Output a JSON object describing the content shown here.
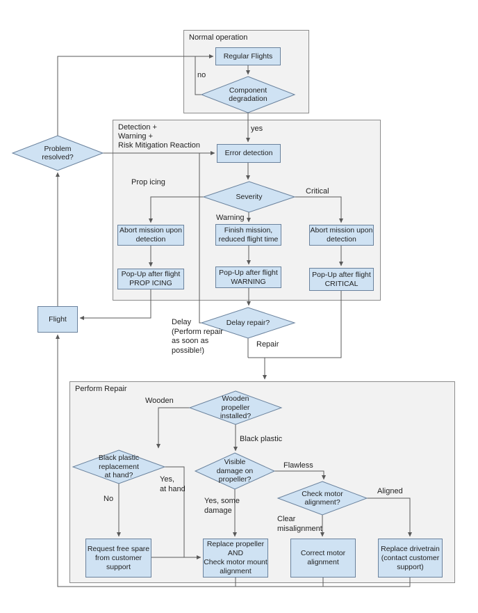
{
  "containers": {
    "normal_operation": "Normal operation",
    "detection": "Detection +\nWarning +\nRisk Mitigation Reaction",
    "perform_repair": "Perform Repair"
  },
  "nodes": {
    "regular_flights": "Regular Flights",
    "component_degradation": "Component\ndegradation",
    "error_detection": "Error detection",
    "problem_resolved": "Problem\nresolved?",
    "severity": "Severity",
    "abort_left": "Abort mission upon\ndetection",
    "finish_mission": "Finish mission,\nreduced flight time",
    "abort_right": "Abort mission upon\ndetection",
    "popup_prop_icing": "Pop-Up after flight\nPROP ICING",
    "popup_warning": "Pop-Up after flight\nWARNING",
    "popup_critical": "Pop-Up after flight\nCRITICAL",
    "flight": "Flight",
    "delay_repair": "Delay repair?",
    "wooden_propeller": "Wooden\npropeller\ninstalled?",
    "black_plastic_replacement": "Black plastic\nreplacement\nat hand?",
    "visible_damage": "Visible\ndamage on\npropeller?",
    "check_motor_alignment": "Check motor\nalignment?",
    "request_spare": "Request free spare\nfrom customer\nsupport",
    "replace_propeller": "Replace propeller\nAND\nCheck motor mount\nalignment",
    "correct_motor": "Correct motor\nalignment",
    "replace_drivetrain": "Replace drivetrain\n(contact customer\nsupport)"
  },
  "edge_labels": {
    "no": "no",
    "yes": "yes",
    "prop_icing": "Prop icing",
    "warning": "Warning",
    "critical": "Critical",
    "delay_note": "Delay\n(Perform repair\nas soon as\npossible!)",
    "repair": "Repair",
    "wooden": "Wooden",
    "black_plastic": "Black plastic",
    "yes_at_hand": "Yes,\nat hand",
    "no_spare": "No",
    "yes_some_damage": "Yes, some\ndamage",
    "flawless": "Flawless",
    "aligned": "Aligned",
    "clear_misalignment": "Clear\nmisalignment"
  },
  "colors": {
    "node_fill": "#cfe2f3",
    "node_border": "#69819c",
    "container_fill": "#f2f2f2",
    "container_border": "#8c8c8c",
    "edge": "#595959",
    "text": "#1f1f1f"
  }
}
